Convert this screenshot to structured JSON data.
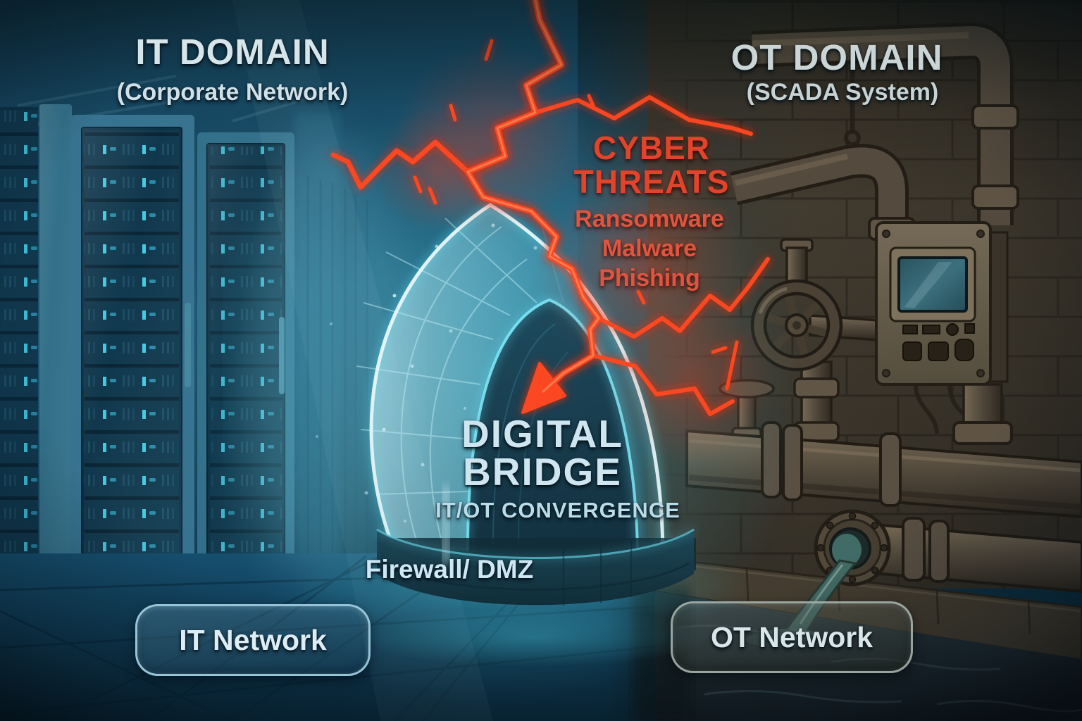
{
  "illustration": {
    "left_domain": {
      "title": "IT DOMAIN",
      "subtitle": "(Corporate Network)",
      "badge_label": "IT Network"
    },
    "right_domain": {
      "title": "OT DOMAIN",
      "subtitle": "(SCADA System)",
      "badge_label": "OT Network"
    },
    "bridge": {
      "title_line1": "DIGITAL",
      "title_line2": "BRIDGE",
      "subtitle": "IT/OT CONVERGENCE",
      "caption": "Firewall/ DMZ"
    },
    "threats": {
      "title_line1": "CYBER",
      "title_line2": "THREATS",
      "items": [
        "Ransomware",
        "Malware",
        "Phishing"
      ]
    },
    "colors": {
      "it_accent_cyan": "#49cfe3",
      "bridge_glow": "#7fe3f5",
      "threat_red": "#e2442b",
      "ot_pipe_brown": "#5a5042",
      "light_text": "#d6e5ea"
    }
  }
}
